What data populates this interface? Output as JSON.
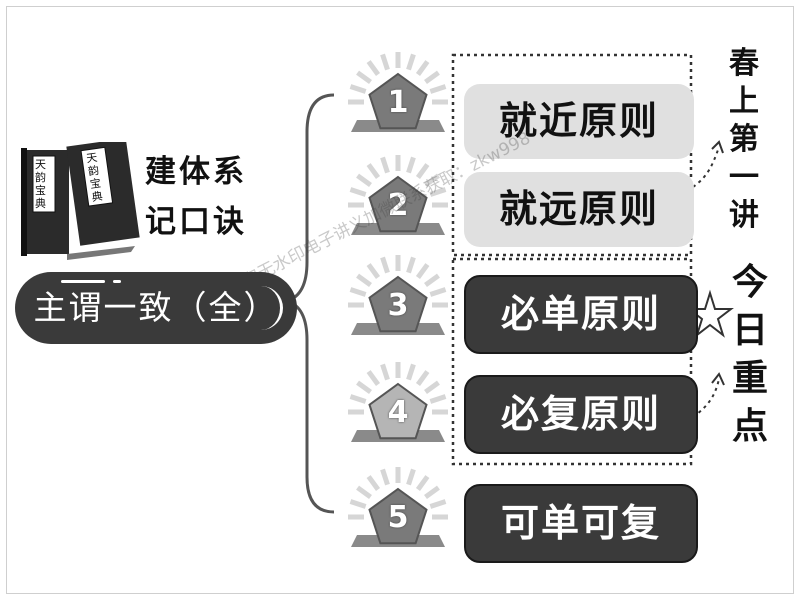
{
  "mnemonic": {
    "line1": "建体系",
    "line2": "记口诀"
  },
  "book": {
    "label1": "天韵宝典",
    "label2": "天韵宝典"
  },
  "main_topic": "主谓一致（全）",
  "badges": [
    "1",
    "2",
    "3",
    "4",
    "5"
  ],
  "rules": [
    "就近原则",
    "就远原则",
    "必单原则",
    "必复原则",
    "可单可复"
  ],
  "side_top": [
    "春",
    "上",
    "第",
    "一",
    "讲"
  ],
  "side_bottom": [
    "今",
    "日",
    "重",
    "点"
  ],
  "watermark": "领取无水印电子讲义加微联系获取：zkw998"
}
